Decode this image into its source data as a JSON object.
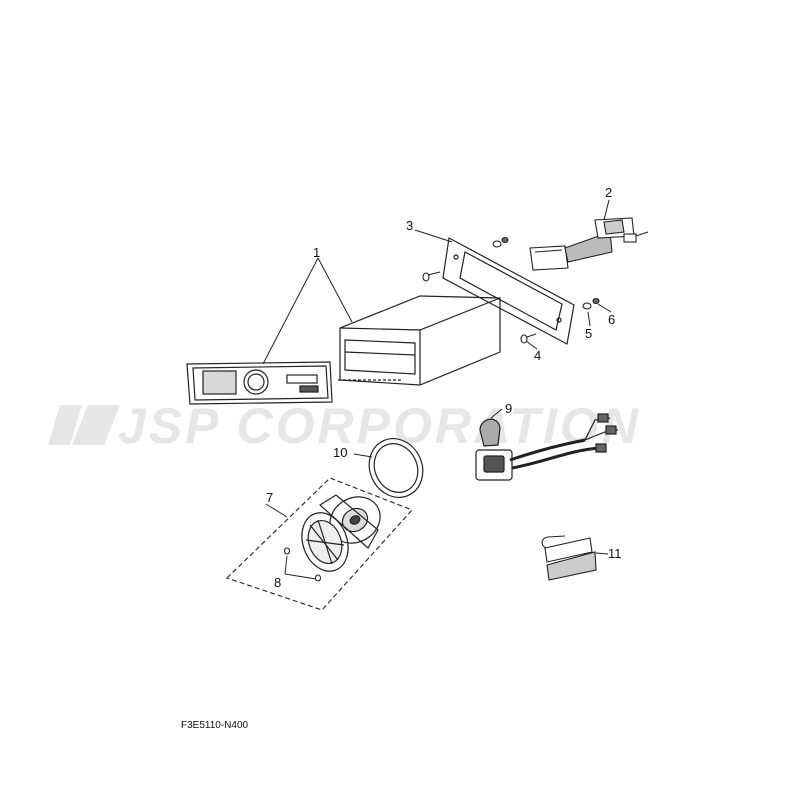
{
  "watermark": {
    "text": "JSP CORPORATION",
    "color": "#e6e6e6"
  },
  "drawing_code": "F3E5110-N400",
  "callouts": [
    "1",
    "2",
    "3",
    "4",
    "5",
    "6",
    "7",
    "8",
    "9",
    "10",
    "11"
  ],
  "line_color": "#222222"
}
